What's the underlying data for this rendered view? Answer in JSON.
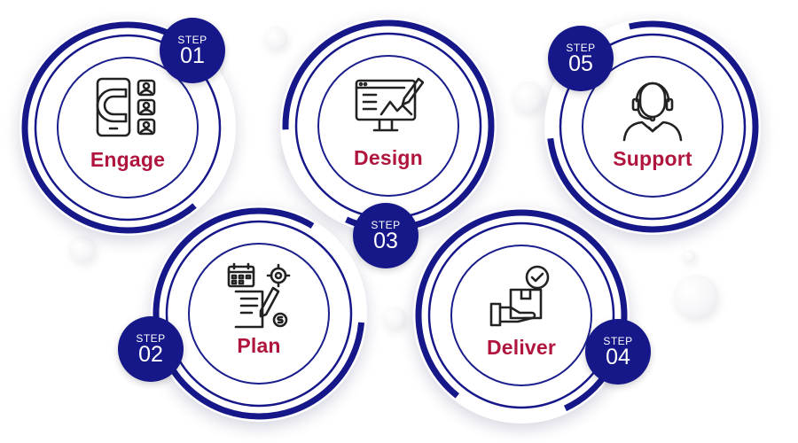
{
  "colors": {
    "navy": "#16188a",
    "crimson": "#b0153e",
    "icon_stroke": "#222222"
  },
  "steps": [
    {
      "step_word": "STEP",
      "number": "01",
      "label": "Engage",
      "icon": "magnet-attract-users-icon"
    },
    {
      "step_word": "STEP",
      "number": "02",
      "label": "Plan",
      "icon": "planning-calendar-target-icon"
    },
    {
      "step_word": "STEP",
      "number": "03",
      "label": "Design",
      "icon": "design-monitor-pen-icon"
    },
    {
      "step_word": "STEP",
      "number": "04",
      "label": "Deliver",
      "icon": "delivery-box-check-icon"
    },
    {
      "step_word": "STEP",
      "number": "05",
      "label": "Support",
      "icon": "support-agent-headset-icon"
    }
  ]
}
